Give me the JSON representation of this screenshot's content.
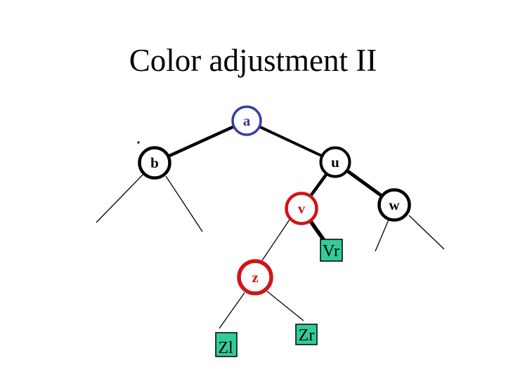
{
  "slide": {
    "title": "Color adjustment II",
    "background_color": "#FFFFFF",
    "title_color": "#000000"
  },
  "colors": {
    "blue_node": "#3A3AA4",
    "red_node": "#D21418",
    "black_node": "#000000",
    "green_leaf_fill": "#33CC99",
    "edge": "#000000",
    "node_fill": "#FFFFFF"
  },
  "tree": {
    "nodes": {
      "a": {
        "label": "a",
        "shape": "circle",
        "color": "blue"
      },
      "b": {
        "label": "b",
        "shape": "circle",
        "color": "black"
      },
      "u": {
        "label": "u",
        "shape": "circle",
        "color": "black"
      },
      "v": {
        "label": "v",
        "shape": "circle",
        "color": "red"
      },
      "w": {
        "label": "w",
        "shape": "circle",
        "color": "black"
      },
      "z": {
        "label": "z",
        "shape": "circle",
        "color": "red"
      },
      "Vr": {
        "label": "Vr",
        "shape": "square",
        "color": "green"
      },
      "Zl": {
        "label": "Zl",
        "shape": "square",
        "color": "green"
      },
      "Zr": {
        "label": "Zr",
        "shape": "square",
        "color": "green"
      }
    },
    "edges": [
      {
        "from": "a",
        "to": "b",
        "style": "thick"
      },
      {
        "from": "a",
        "to": "u",
        "style": "thick"
      },
      {
        "from": "u",
        "to": "v",
        "style": "thick"
      },
      {
        "from": "u",
        "to": "w",
        "style": "thick"
      },
      {
        "from": "v",
        "to": "Vr",
        "style": "thick"
      },
      {
        "from": "v",
        "to": "z",
        "style": "thin"
      },
      {
        "from": "b",
        "to": "unshown-left-subtree",
        "style": "thin"
      },
      {
        "from": "b",
        "to": "unshown-right-subtree",
        "style": "thin"
      },
      {
        "from": "w",
        "to": "unshown-left-subtree",
        "style": "thin"
      },
      {
        "from": "w",
        "to": "unshown-right-subtree",
        "style": "thin"
      },
      {
        "from": "z",
        "to": "Zl",
        "style": "thin"
      },
      {
        "from": "z",
        "to": "Zr",
        "style": "thin"
      }
    ]
  }
}
